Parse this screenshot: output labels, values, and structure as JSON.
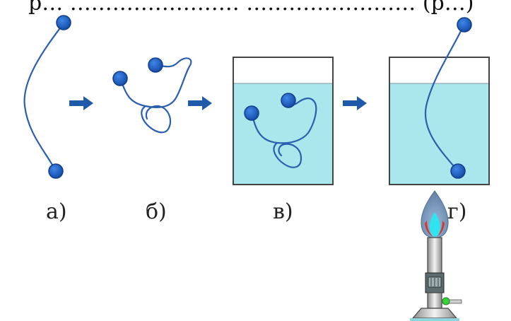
{
  "caption_top": "р… …………………… …………………… (р…)",
  "panels": {
    "a": {
      "label": "а)"
    },
    "b": {
      "label": "б)"
    },
    "c": {
      "label": "в)"
    },
    "d": {
      "label": "г)"
    }
  },
  "colors": {
    "bead": "#1e5fbf",
    "strand": "#2a5fb0",
    "water": "#a9e7ec",
    "arrow": "#1e5aa8",
    "flame_outer": "#6f8fb3",
    "flame_inner": "#2fe3f0",
    "flame_tip": "#d9362b",
    "valve": "#39d33a"
  },
  "icons": {
    "transition": "right-arrow-icon",
    "heater": "bunsen-burner-icon"
  }
}
